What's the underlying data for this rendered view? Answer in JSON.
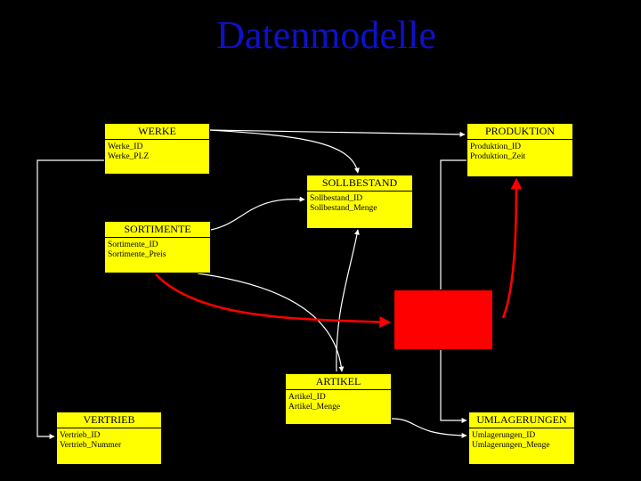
{
  "title": "Datenmodelle",
  "colors": {
    "title": "#1010c8",
    "entity_fill": "#ffff00",
    "highlight": "#ff0000",
    "background": "#000000"
  },
  "entities": {
    "werke": {
      "name": "WERKE",
      "attributes": [
        "Werke_ID",
        "Werke_PLZ"
      ]
    },
    "produktion": {
      "name": "PRODUKTION",
      "attributes": [
        "Produktion_ID",
        "Produktion_Zeit"
      ]
    },
    "sollbestand": {
      "name": "SOLLBESTAND",
      "attributes": [
        "Sollbestand_ID",
        "Sollbestand_Menge"
      ]
    },
    "sortimente": {
      "name": "SORTIMENTE",
      "attributes": [
        "Sortimente_ID",
        "Sortimente_Preis"
      ]
    },
    "artikel": {
      "name": "ARTIKEL",
      "attributes": [
        "Artikel_ID",
        "Artikel_Menge"
      ]
    },
    "vertrieb": {
      "name": "VERTRIEB",
      "attributes": [
        "Vertrieb_ID",
        "Vertrieb_Nummer"
      ]
    },
    "umlagerungen": {
      "name": "UMLAGERUNGEN",
      "attributes": [
        "Umlagerungen_ID",
        "Umlagerungen_Menge"
      ]
    }
  }
}
